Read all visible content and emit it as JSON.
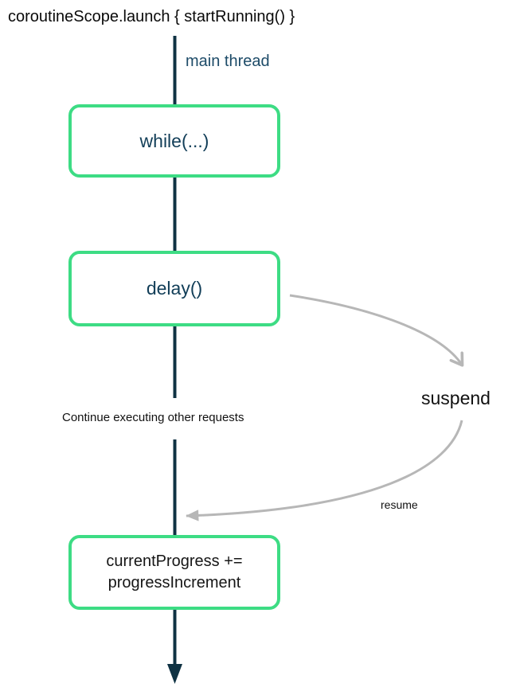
{
  "header": {
    "title": "coroutineScope.launch { startRunning() }"
  },
  "diagram": {
    "thread_label": "main thread",
    "boxes": {
      "while_label": "while(...)",
      "delay_label": "delay()",
      "progress_line1": "currentProgress +=",
      "progress_line2": "progressIncrement"
    },
    "annotations": {
      "continue_text": "Continue executing other requests",
      "suspend_text": "suspend",
      "resume_text": "resume"
    },
    "colors": {
      "accent_green": "#3ddc84",
      "thread_line_navy": "#0f3243",
      "box_text_navy": "#123e58",
      "thread_label_blue": "#1d4b68",
      "arrow_gray": "#b7b7b7"
    }
  }
}
